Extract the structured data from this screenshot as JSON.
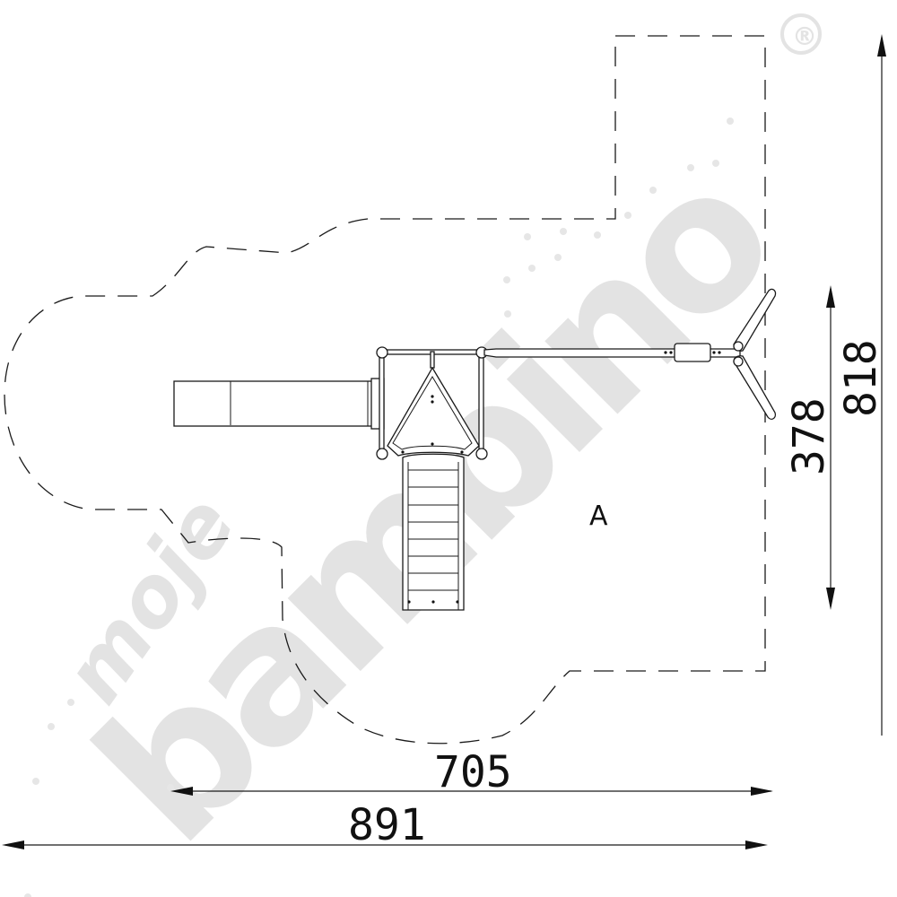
{
  "drawing": {
    "zone_label": "A",
    "watermark": {
      "brand": "bambino",
      "prefix": "moje",
      "registered_mark": "®",
      "color": "#e6e6e6"
    },
    "components": [
      {
        "name": "slide",
        "description": "straight slide extending left from platform"
      },
      {
        "name": "platform",
        "description": "triangular roof platform with four corner posts"
      },
      {
        "name": "ladder",
        "description": "climbing ladder with 9 rungs extending downward"
      },
      {
        "name": "swing-beam",
        "description": "horizontal beam to the right with swing seat"
      },
      {
        "name": "a-frame-legs",
        "description": "V-shaped swing frame legs at right end"
      }
    ],
    "safety_zone": {
      "style": "dashed",
      "color": "#1a1a1a"
    }
  },
  "dimensions": {
    "horizontal_inner": {
      "value": "705",
      "unit": "cm"
    },
    "horizontal_outer": {
      "value": "891",
      "unit": "cm"
    },
    "vertical_inner": {
      "value": "378",
      "unit": "cm"
    },
    "vertical_outer": {
      "value": "818",
      "unit": "cm"
    }
  },
  "ladder": {
    "rungs": 9
  }
}
